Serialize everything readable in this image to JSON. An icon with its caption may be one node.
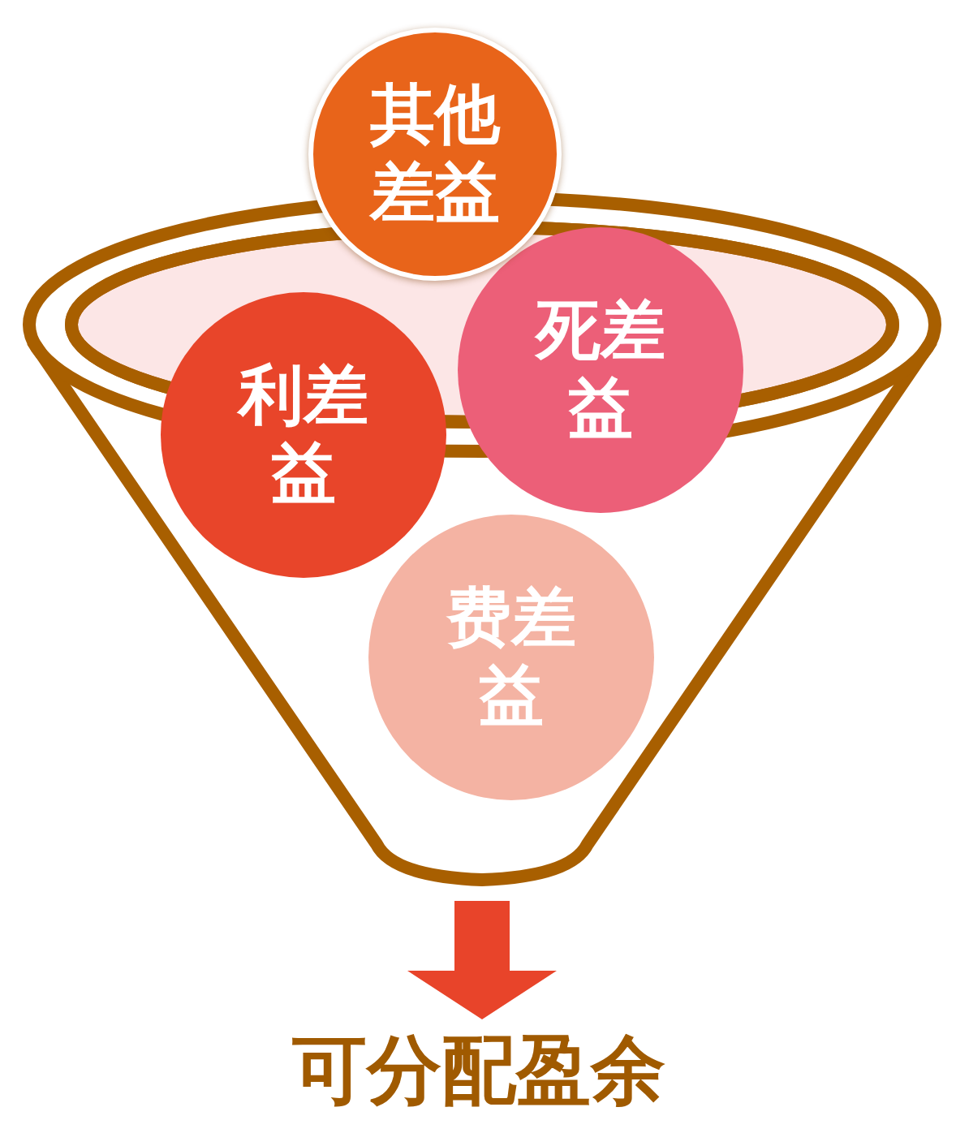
{
  "diagram": {
    "nodes": [
      {
        "text": [],
        "shape": "funnel"
      },
      {
        "text": [
          "其他差益"
        ]
      },
      {
        "text": [
          "死差益"
        ],
        "in": 0
      },
      {
        "text": [
          "利差益"
        ],
        "in": 0
      },
      {
        "text": [
          "费差益"
        ],
        "in": 0
      },
      {
        "text": [
          "可分配盈余"
        ]
      }
    ],
    "edges": [
      {
        "from": 0,
        "to": 5,
        "arrow": "to",
        "style": "thick",
        "color": "#e8442a"
      }
    ]
  }
}
